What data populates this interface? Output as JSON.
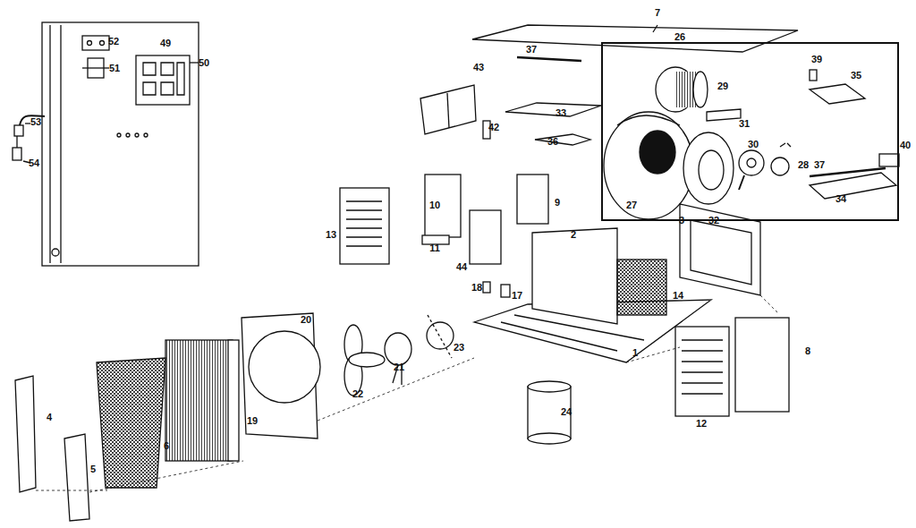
{
  "diagram": {
    "nodes": [
      {
        "text": [
          "26"
        ]
      }
    ],
    "labels": [
      "7",
      "49",
      "52",
      "51",
      "50",
      "53",
      "54",
      "39",
      "35",
      "37",
      "43",
      "29",
      "33",
      "42",
      "31",
      "36",
      "30",
      "28",
      "40",
      "37",
      "34",
      "27",
      "32",
      "10",
      "9",
      "13",
      "3",
      "11",
      "2",
      "44",
      "18",
      "17",
      "14",
      "1",
      "20",
      "23",
      "21",
      "22",
      "8",
      "24",
      "19",
      "12",
      "6",
      "4",
      "5"
    ]
  }
}
